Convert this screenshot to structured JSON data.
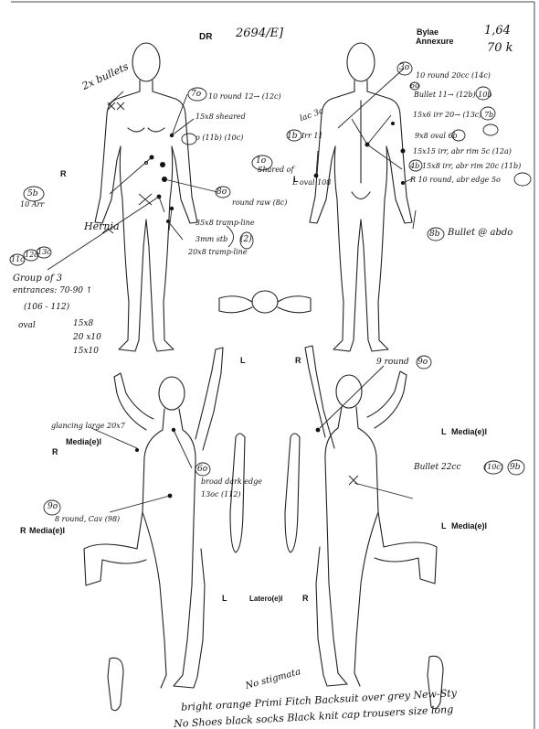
{
  "header": {
    "dr": "DR",
    "case_no": "2694/E]",
    "bylae": "Bylae",
    "annexure": "Annexure",
    "ref_1": "1,64",
    "ref_2": "70 k"
  },
  "printed_labels": {
    "front_R": "R",
    "back_L": "L",
    "left_top_L": "L",
    "right_top_R": "R",
    "left_media_R": "R",
    "left_media": "Media(e)l",
    "left_lower_R": "R",
    "left_lower_media": "Media(e)l",
    "right_top_L": "L",
    "right_top_media": "Media(e)l",
    "right_lower_L": "L",
    "right_lower_media": "Media(e)l",
    "bottom_L": "L",
    "bottom_latero": "Latero(e)l",
    "bottom_R": "R"
  },
  "annotations": {
    "bullets_2x": "2x bullets",
    "a_7o": "7o",
    "a_7o_text": "10 round 12→ (12c)",
    "a_15x8": "15x8 sheared",
    "a_11b": "o (11b) (10c)",
    "a_5b": "5b",
    "a_5b_text": "10 Arr",
    "a_hernia": "Hernia",
    "a_8o": "8o",
    "a_8o_text": "round raw (8c)",
    "a_35x8": "35x8 tramp-line",
    "a_2": "(2)",
    "a_3mm": "3mm stb",
    "a_20x8": "20x8 tramp-line",
    "a_11c": "11c",
    "a_12c": "12c",
    "a_13c": "13c",
    "a_group": "Group of 3",
    "a_entrance": "entrances: 70-90 ↑",
    "a_106": "(106 - 112)",
    "a_oval": "oval",
    "a_15x8b": "15x8",
    "a_20x10": "20 x10",
    "a_15x10": "15x10",
    "b_3o": "3o",
    "b_3o_text": "10 round 20cc (14c)",
    "b_6o": "6o",
    "b_bullet": "Bullet 11→ (12b) 10b",
    "b_lac": "lac 3c",
    "b_15x6": "15x6 irr 20→ (13c) 7b",
    "b_1b": "1b",
    "b_1b_text": "Irr 11",
    "b_1o": "1o",
    "b_1o_text": "Shared of",
    "b_l_oval": "L oval 108",
    "b_9x8": "9x8 oval 6b",
    "b_15x15": "15x15 irr, abr rim 5c (12a)",
    "b_4b": "4b",
    "b_15x8": "15x8 irr, abr rim 20c (11b)",
    "b_r_round": "R 10 round, abr edge 5o",
    "b_8b": "8b",
    "b_8b_text": "Bullet @ abdo",
    "c_glancing": "glancing large 20x7",
    "c_6o": "6o",
    "c_6o_text": "broad dark edge",
    "c_13oc": "13oc (112)",
    "c_9o": "9o",
    "c_9o_text": "8 round, Cav (98)",
    "d_9round": "9 round",
    "d_9o": "9o",
    "d_bullet": "Bullet 22cc",
    "d_ref": "(10c)",
    "d_9b": "9b",
    "f_no_stig": "No stigmata",
    "f_line1": "bright orange Primi Fitch Backsuit over grey New-Sty",
    "f_line2": "No Shoes black socks Black knit cap trousers size long"
  }
}
